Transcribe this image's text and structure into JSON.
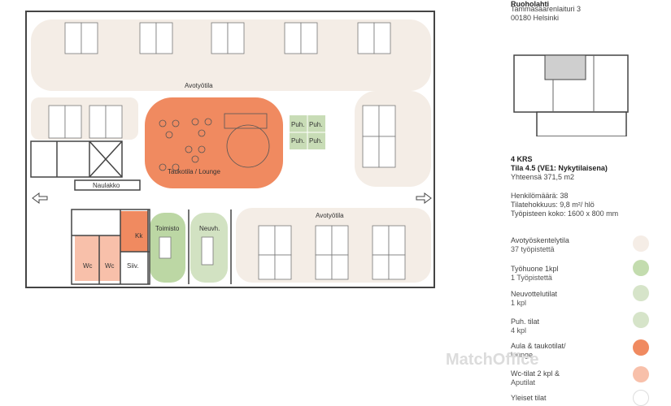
{
  "header": {
    "building_name": "Ruoholahti",
    "address_line1": "Tammasaarenlaituri 3",
    "address_line2": "00180 Helsinki"
  },
  "floor_info": {
    "floor": "4 KRS",
    "space_title": "Tila 4.5 (VE1: Nykytilaisena)",
    "total_area": "Yhteensä 371,5 m2",
    "persons": "Henkilömäärä: 38",
    "efficiency": "Tilatehokkuus: 9,8 m²/ hlö",
    "desk_size": "Työpisteen koko: 1600 x 800 mm"
  },
  "legend": [
    {
      "title": "Avotyöskentelytila",
      "sub": "37 työpistettä",
      "color": "#f5ede6"
    },
    {
      "title": "Työhuone 1kpl",
      "sub": "1 Työpistettä",
      "color": "#c3dcae"
    },
    {
      "title": "Neuvottelutilat",
      "sub": "1 kpl",
      "color": "#d6e4c9"
    },
    {
      "title": "Puh. tilat",
      "sub": "4 kpl",
      "color": "#d6e4c9"
    },
    {
      "title": "Aula & taukotilat/",
      "sub": "lounge",
      "color": "#f08a60"
    },
    {
      "title": "Wc-tilat 2 kpl &",
      "sub": "Aputilat",
      "color": "#f8c0aa"
    },
    {
      "title": "Yleiset tilat",
      "sub": "",
      "color": "#ffffff"
    }
  ],
  "room_labels": {
    "open_top": "Avotyötila",
    "open_bottom": "Avotyötila",
    "lounge": "Taukotila / Lounge",
    "cloakroom": "Naulakko",
    "office": "Toimisto",
    "meeting": "Neuvh.",
    "kitchen": "Kk",
    "cleaning": "Siiv.",
    "wc": "Wc",
    "phone": "Puh."
  },
  "watermark": "MatchOffice"
}
